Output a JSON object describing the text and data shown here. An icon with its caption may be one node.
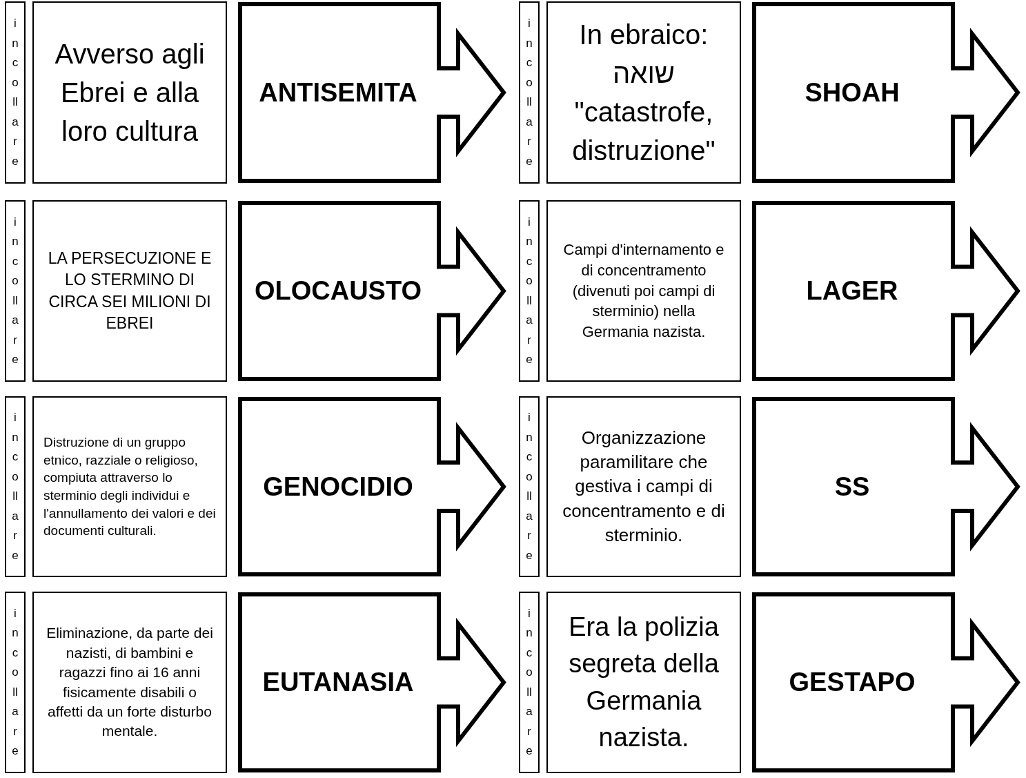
{
  "diagram": {
    "nodes": [
      {
        "text": [
          "incollare"
        ]
      },
      {
        "text": [
          "Avverso agli Ebrei e alla loro cultura"
        ]
      },
      {
        "text": [
          "ANTISEMITA"
        ]
      },
      {
        "text": [
          "incollare"
        ]
      },
      {
        "text": [
          "In ebraico: שואה \"catastrofe, distruzione\""
        ]
      },
      {
        "text": [
          "SHOAH"
        ]
      },
      {
        "text": [
          "incollare"
        ]
      },
      {
        "text": [
          "LA PERSECUZIONE E LO STERMINO DI CIRCA SEI MILIONI DI EBREI"
        ]
      },
      {
        "text": [
          "OLOCAUSTO"
        ]
      },
      {
        "text": [
          "incollare"
        ]
      },
      {
        "text": [
          "Campi d'internamento e di concentramento (divenuti poi campi di sterminio) nella Germania nazista."
        ]
      },
      {
        "text": [
          "LAGER"
        ]
      },
      {
        "text": [
          "incollare"
        ]
      },
      {
        "text": [
          "Distruzione di un gruppo etnico, razziale o religioso, compiuta attraverso lo sterminio degli individui e l'annullamento dei valori e dei documenti culturali."
        ]
      },
      {
        "text": [
          "GENOCIDIO"
        ]
      },
      {
        "text": [
          "incollare"
        ]
      },
      {
        "text": [
          "Organizzazione paramilitare che gestiva i campi di concentramento e di sterminio."
        ]
      },
      {
        "text": [
          "SS"
        ]
      },
      {
        "text": [
          "incollare"
        ]
      },
      {
        "text": [
          "Eliminazione, da parte dei nazisti, di bambini e ragazzi fino ai 16 anni fisicamente disabili o affetti da un forte disturbo mentale."
        ]
      },
      {
        "text": [
          "EUTANASIA"
        ]
      },
      {
        "text": [
          "incollare"
        ]
      },
      {
        "text": [
          "Era la polizia segreta della Germania nazista."
        ]
      },
      {
        "text": [
          "GESTAPO"
        ]
      }
    ]
  }
}
